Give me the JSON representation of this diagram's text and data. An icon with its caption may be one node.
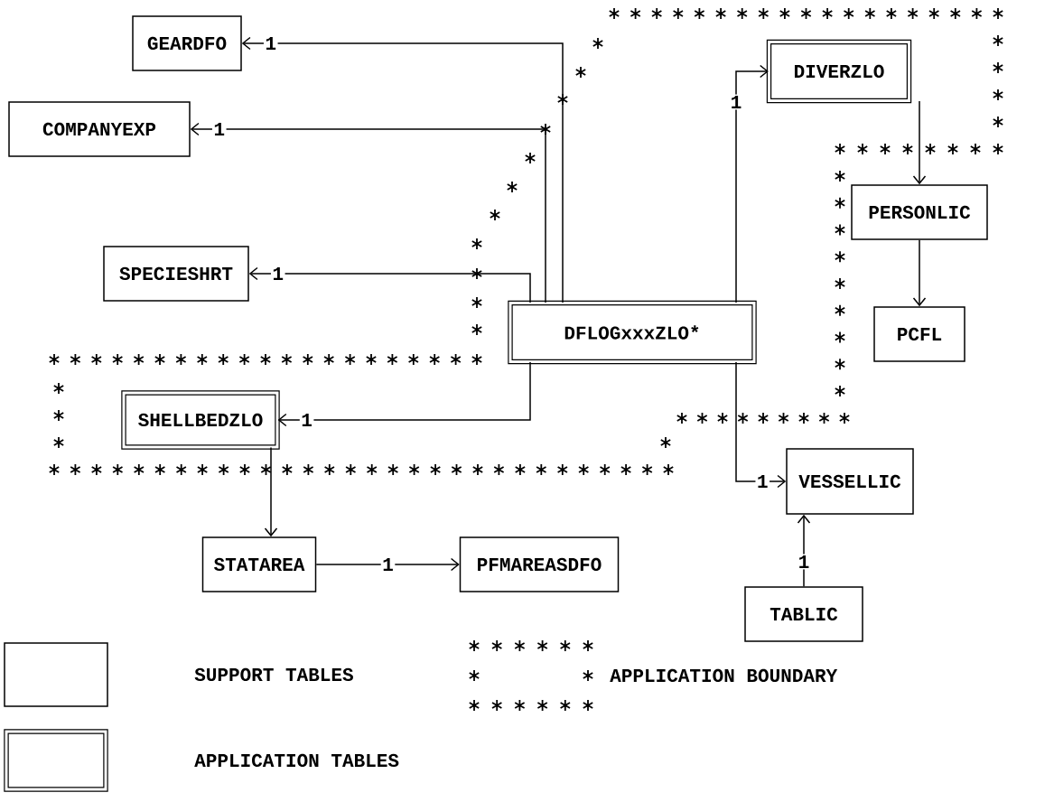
{
  "diagram": {
    "nodes": [
      {
        "text": [
          "GEARDFO"
        ]
      },
      {
        "text": [
          "COMPANYEXP"
        ]
      },
      {
        "text": [
          "DIVERZLO"
        ]
      },
      {
        "text": [
          "PERSONLIC"
        ]
      },
      {
        "text": [
          "SPECIESHRT"
        ]
      },
      {
        "text": [
          "DFLOGxxxZLO*"
        ]
      },
      {
        "text": [
          "PCFL"
        ]
      },
      {
        "text": [
          "SHELLBEDZLO"
        ]
      },
      {
        "text": [
          "VESSELLIC"
        ]
      },
      {
        "text": [
          "STATAREA"
        ]
      },
      {
        "text": [
          "PFMAREASDFO"
        ]
      },
      {
        "text": [
          "TABLIC"
        ]
      }
    ],
    "edges": [
      {
        "from": 5,
        "to": 0,
        "arrow": "to",
        "label": "1"
      },
      {
        "from": 5,
        "to": 1,
        "arrow": "to",
        "label": "1"
      },
      {
        "from": 5,
        "to": 4,
        "arrow": "to",
        "label": "1"
      },
      {
        "from": 5,
        "to": 2,
        "arrow": "to",
        "label": "1"
      },
      {
        "from": 5,
        "to": 7,
        "arrow": "to",
        "label": "1"
      },
      {
        "from": 5,
        "to": 8,
        "arrow": "to",
        "label": "1"
      },
      {
        "from": 2,
        "to": 3,
        "arrow": "to"
      },
      {
        "from": 3,
        "to": 6,
        "arrow": "to"
      },
      {
        "from": 7,
        "to": 9,
        "arrow": "to"
      },
      {
        "from": 9,
        "to": 10,
        "arrow": "to",
        "label": "1"
      },
      {
        "from": 11,
        "to": 8,
        "arrow": "to",
        "label": "1"
      }
    ],
    "legend": [
      {
        "text": "SUPPORT TABLES"
      },
      {
        "text": "APPLICATION BOUNDARY"
      },
      {
        "text": "APPLICATION TABLES"
      }
    ]
  }
}
